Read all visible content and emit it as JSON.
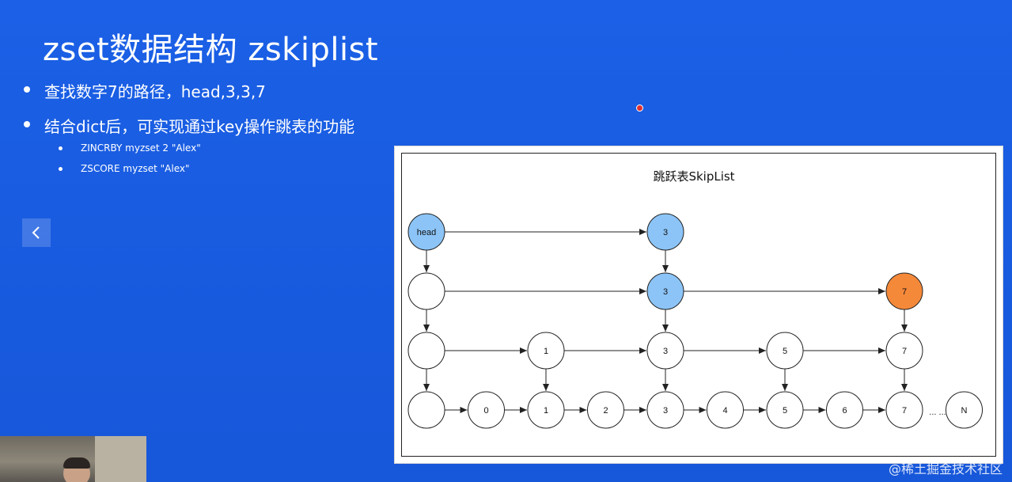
{
  "slide": {
    "title": "zset数据结构 zskiplist",
    "bullets": [
      "查找数字7的路径，head,3,3,7",
      "结合dict后，可实现通过key操作跳表的功能"
    ],
    "sub_bullets": [
      "ZINCRBY myzset 2 \"Alex\"",
      "ZSCORE myzset \"Alex\""
    ]
  },
  "figure": {
    "title": "跳跃表SkipList",
    "ellipsis": "... ...",
    "colors": {
      "highlight_blue": "#8cc4f7",
      "highlight_orange": "#f5893a",
      "stroke": "#222222"
    },
    "levels": [
      {
        "nodes": [
          {
            "col": 0,
            "label": "head",
            "style": "blue"
          },
          {
            "col": 4,
            "label": "3",
            "style": "blue"
          }
        ]
      },
      {
        "nodes": [
          {
            "col": 0,
            "label": "",
            "style": "plain"
          },
          {
            "col": 4,
            "label": "3",
            "style": "blue"
          },
          {
            "col": 8,
            "label": "7",
            "style": "orange"
          }
        ]
      },
      {
        "nodes": [
          {
            "col": 0,
            "label": "",
            "style": "plain"
          },
          {
            "col": 2,
            "label": "1",
            "style": "plain"
          },
          {
            "col": 4,
            "label": "3",
            "style": "plain"
          },
          {
            "col": 6,
            "label": "5",
            "style": "plain"
          },
          {
            "col": 8,
            "label": "7",
            "style": "plain"
          }
        ]
      },
      {
        "nodes": [
          {
            "col": 0,
            "label": "",
            "style": "plain"
          },
          {
            "col": 1,
            "label": "0",
            "style": "plain"
          },
          {
            "col": 2,
            "label": "1",
            "style": "plain"
          },
          {
            "col": 3,
            "label": "2",
            "style": "plain"
          },
          {
            "col": 4,
            "label": "3",
            "style": "plain"
          },
          {
            "col": 5,
            "label": "4",
            "style": "plain"
          },
          {
            "col": 6,
            "label": "5",
            "style": "plain"
          },
          {
            "col": 7,
            "label": "6",
            "style": "plain"
          },
          {
            "col": 8,
            "label": "7",
            "style": "plain"
          },
          {
            "col": 9,
            "label": "N",
            "style": "plain"
          }
        ]
      }
    ]
  },
  "watermark": "@稀土掘金技术社区",
  "icons": {
    "prev": "chevron-left-icon",
    "next": "chevron-right-icon"
  }
}
